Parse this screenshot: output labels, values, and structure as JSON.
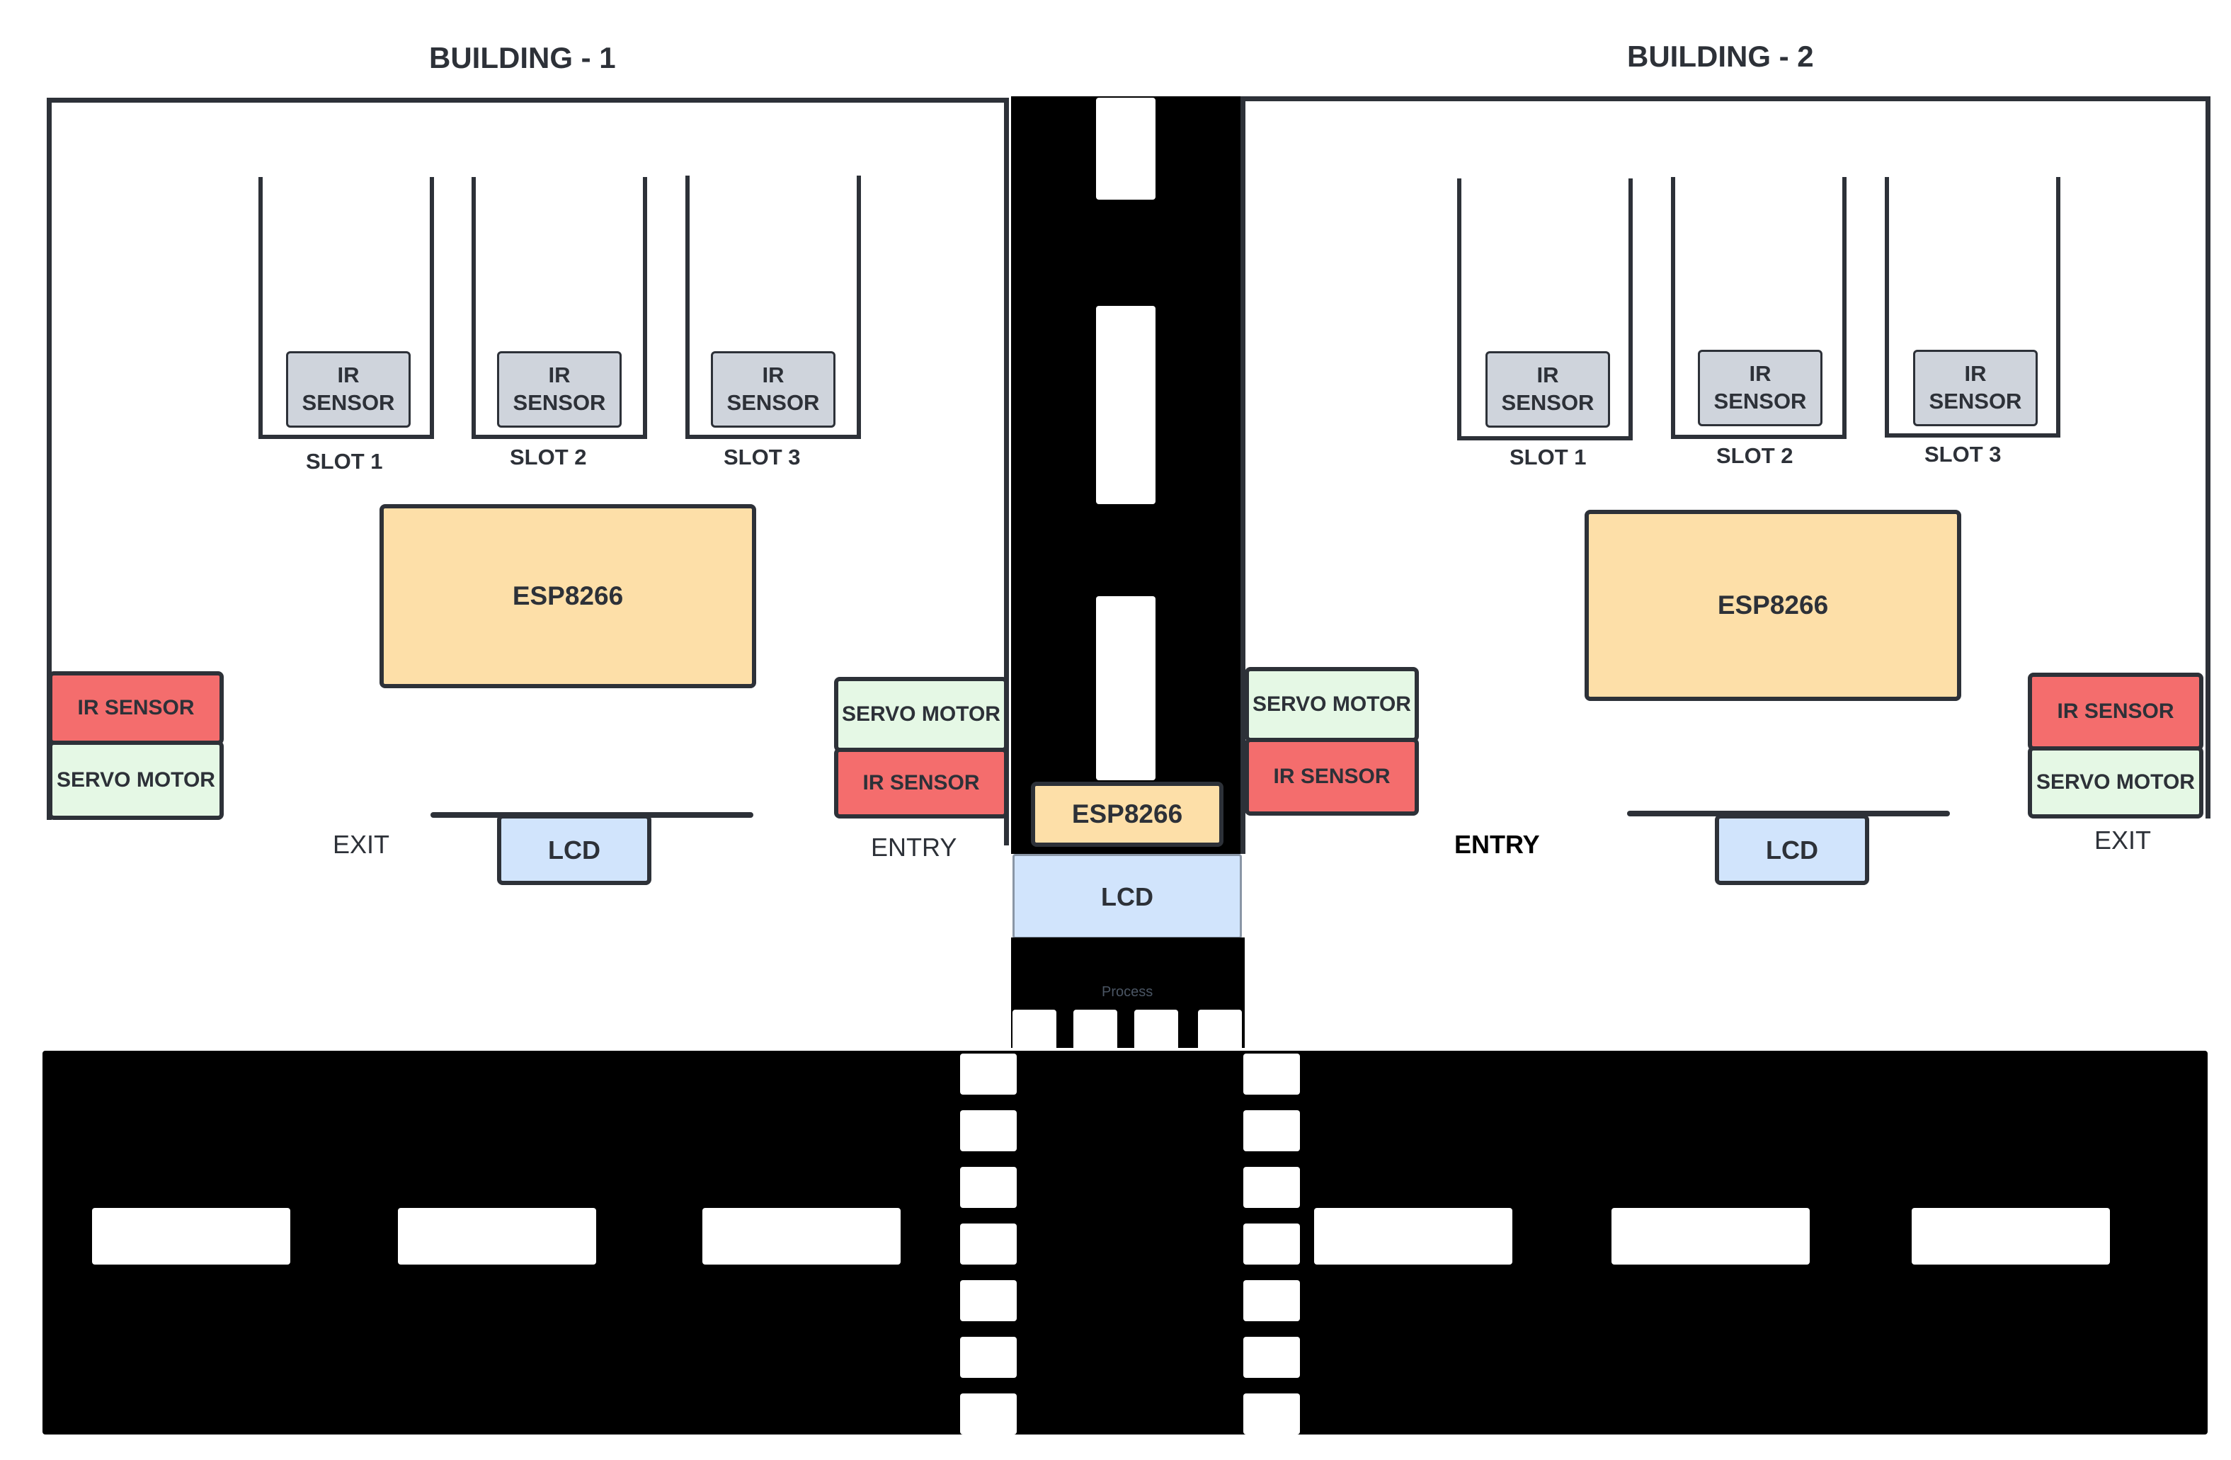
{
  "building1": {
    "title": "BUILDING - 1",
    "slots": [
      {
        "sensor": "IR\nSENSOR",
        "label": "SLOT 1"
      },
      {
        "sensor": "IR\nSENSOR",
        "label": "SLOT 2"
      },
      {
        "sensor": "IR\nSENSOR",
        "label": "SLOT 3"
      }
    ],
    "controller": "ESP8266",
    "exit_ir": "IR SENSOR",
    "exit_servo": "SERVO MOTOR",
    "exit_label": "EXIT",
    "lcd": "LCD",
    "entry_servo": "SERVO MOTOR",
    "entry_ir": "IR SENSOR",
    "entry_label": "ENTRY"
  },
  "building2": {
    "title": "BUILDING - 2",
    "slots": [
      {
        "sensor": "IR\nSENSOR",
        "label": "SLOT 1"
      },
      {
        "sensor": "IR\nSENSOR",
        "label": "SLOT 2"
      },
      {
        "sensor": "IR\nSENSOR",
        "label": "SLOT 3"
      }
    ],
    "controller": "ESP8266",
    "entry_servo": "SERVO MOTOR",
    "entry_ir": "IR SENSOR",
    "entry_label": "ENTRY",
    "lcd": "LCD",
    "exit_ir": "IR SENSOR",
    "exit_servo": "SERVO MOTOR",
    "exit_label": "EXIT"
  },
  "center": {
    "controller": "ESP8266",
    "lcd": "LCD",
    "process_label": "Process"
  },
  "colors": {
    "wall": "#2d3138",
    "road": "#000000",
    "esp": "#fddfa8",
    "ir_sensor": "#f46d6d",
    "servo": "#e5f8e5",
    "lcd": "#d1e4fc",
    "slot_sensor": "#cfd4dc"
  }
}
